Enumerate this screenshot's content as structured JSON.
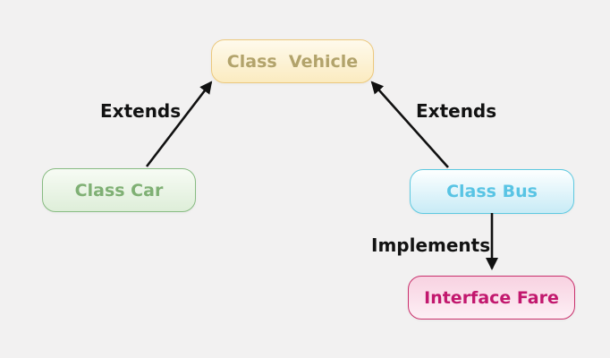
{
  "canvas": {
    "background_color": "#f2f1f1",
    "edge_color": "#111111"
  },
  "diagram": {
    "type": "class-relationship-diagram",
    "nodes": [
      {
        "id": "vehicle",
        "label": "Class  Vehicle",
        "text_color": "#b2a36b",
        "border_color": "#ecc87d",
        "fill_top": "#fefaec",
        "fill_bottom": "#fbebc0"
      },
      {
        "id": "car",
        "label": "Class Car",
        "text_color": "#7fb074",
        "border_color": "#88bb82",
        "fill_top": "#f7fbf4",
        "fill_bottom": "#deeed9"
      },
      {
        "id": "bus",
        "label": "Class Bus",
        "text_color": "#58c4e4",
        "border_color": "#5ec9e0",
        "fill_top": "#fdffff",
        "fill_bottom": "#c8ebf6"
      },
      {
        "id": "fare",
        "label": "Interface Fare",
        "text_color": "#c2186e",
        "border_color": "#c9306c",
        "fill_top": "#f8d2e1",
        "fill_bottom": "#fdeff5"
      }
    ],
    "edges": [
      {
        "from": "car",
        "to": "vehicle",
        "label": "Extends"
      },
      {
        "from": "bus",
        "to": "vehicle",
        "label": "Extends"
      },
      {
        "from": "bus",
        "to": "fare",
        "label": "Implements"
      }
    ]
  }
}
